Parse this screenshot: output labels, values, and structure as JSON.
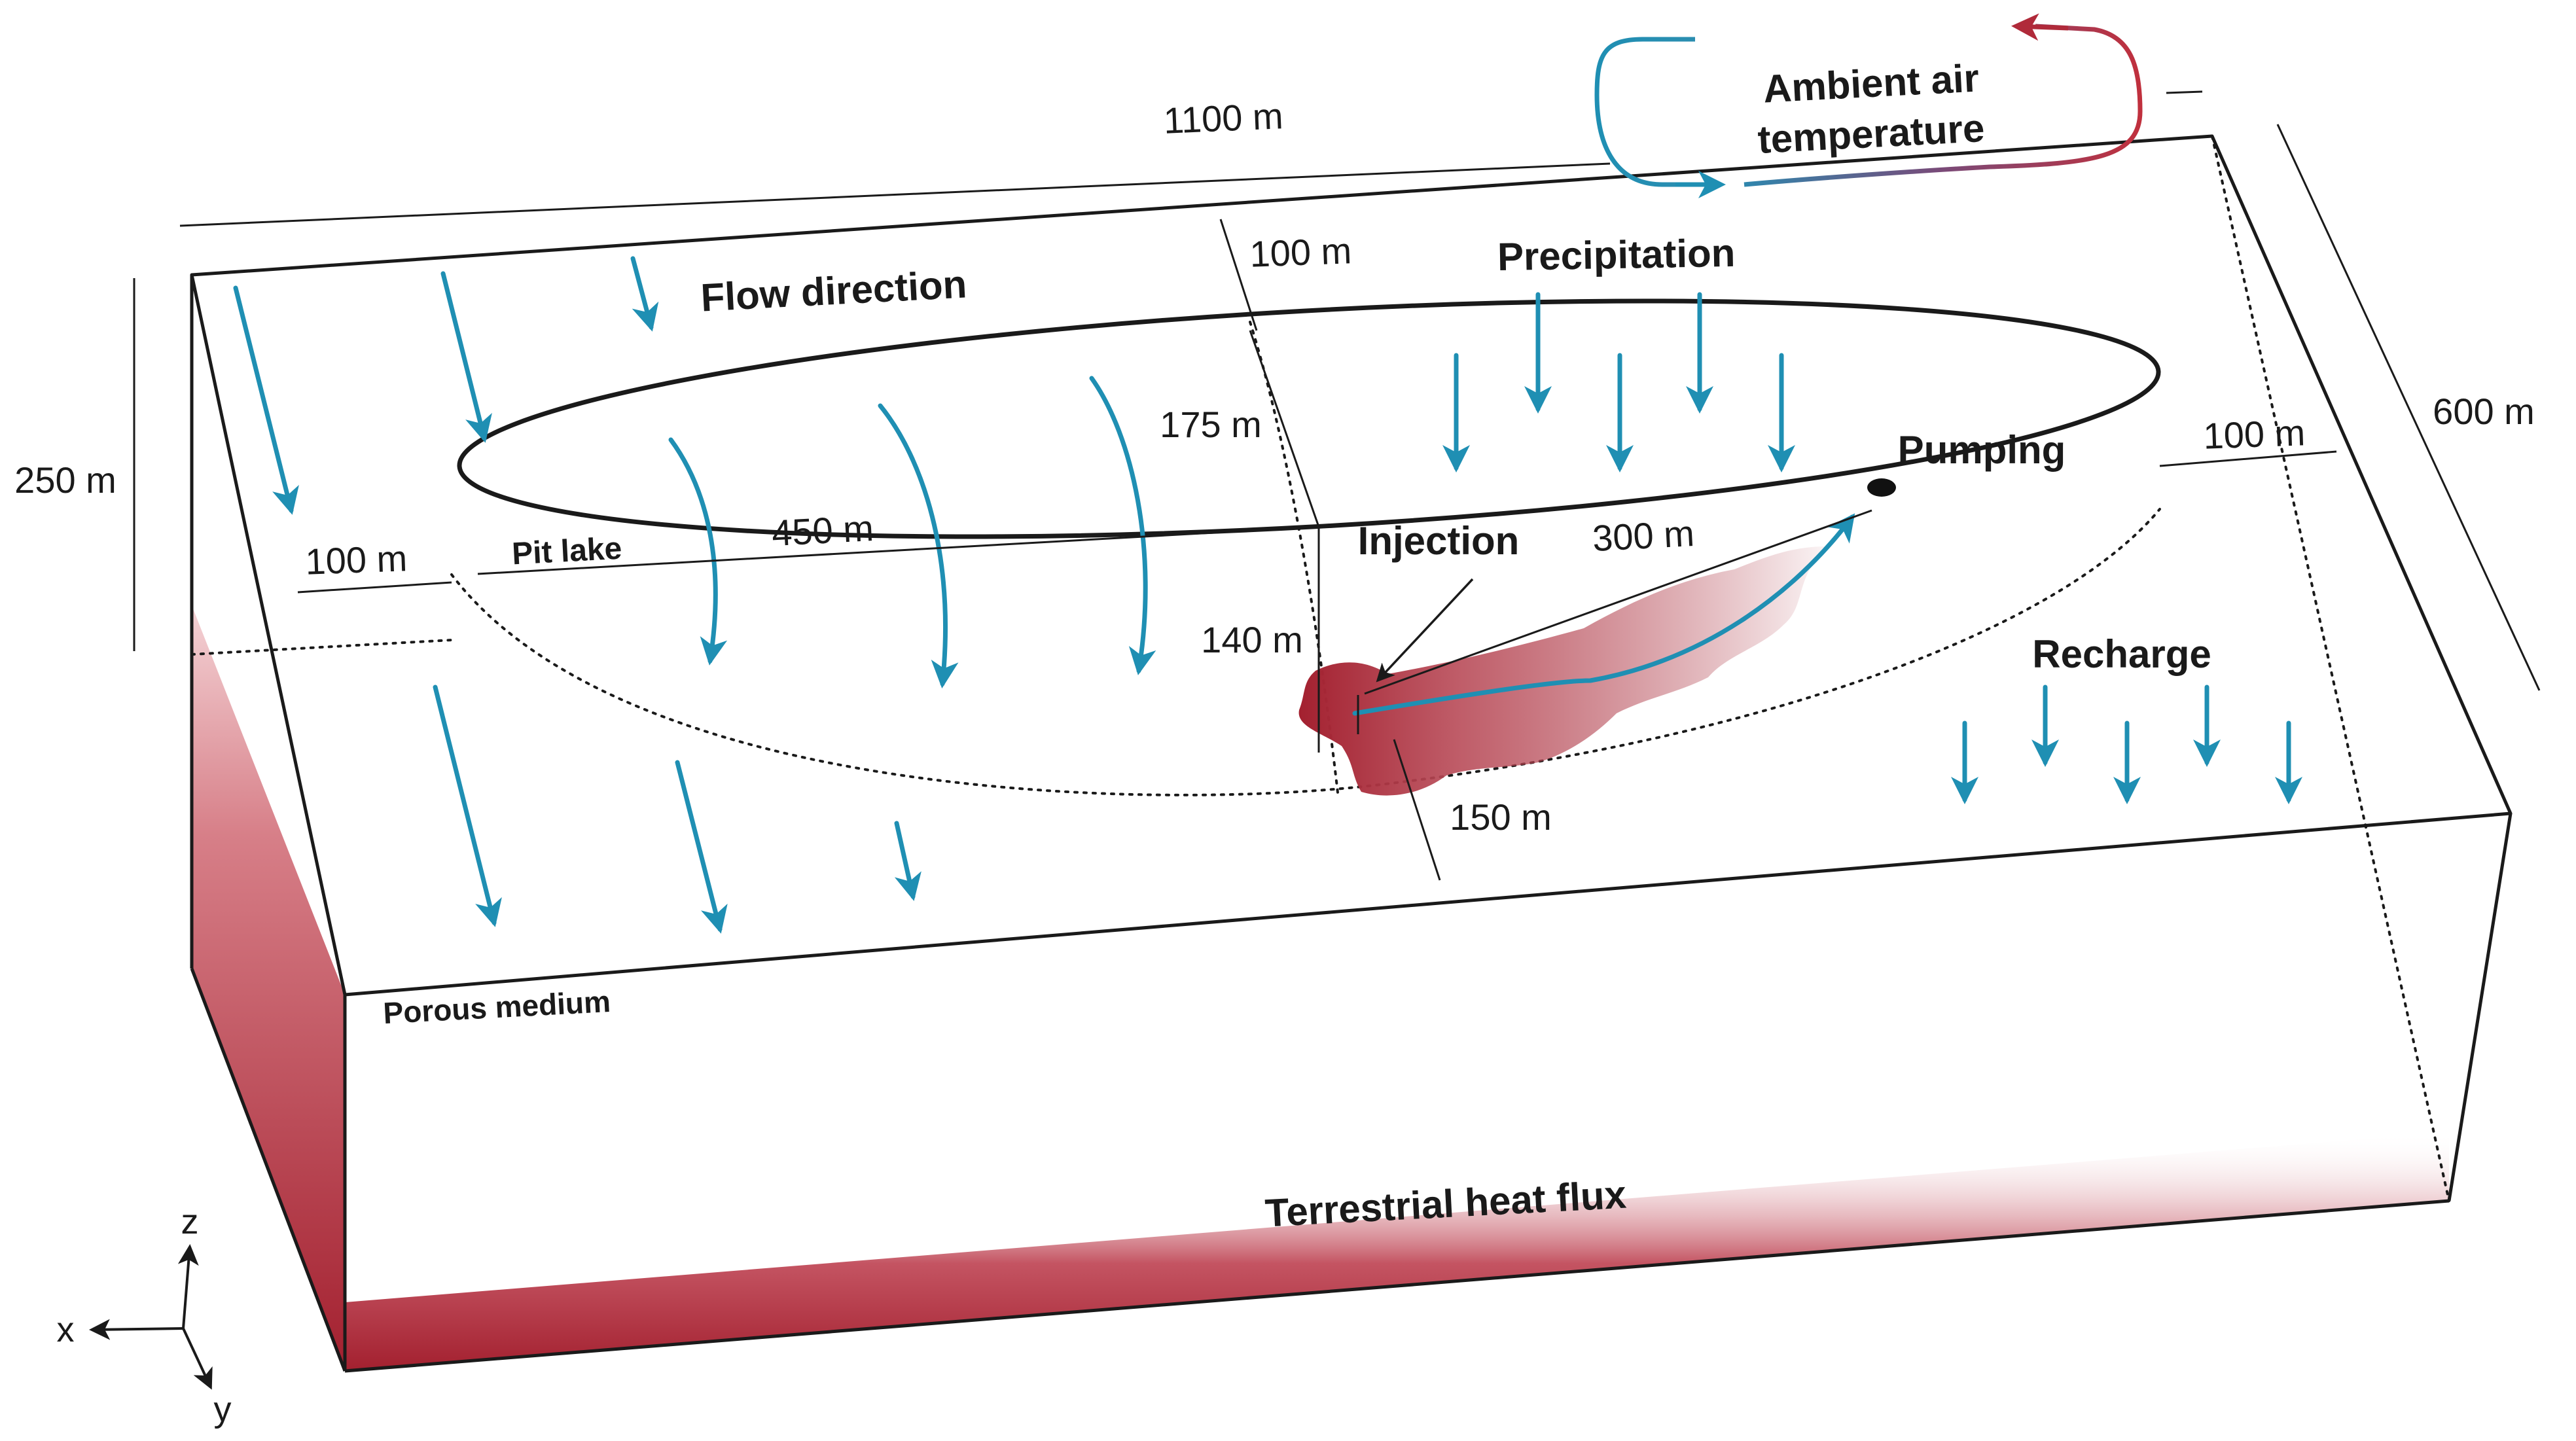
{
  "dimensions": {
    "length_top": "1100 m",
    "height_left": "250 m",
    "width_right": "600 m",
    "offset_top": "100 m",
    "offset_left": "100 m",
    "offset_right": "100 m",
    "lake_length": "450 m",
    "lake_half_width": "175 m",
    "lake_depth": "140 m",
    "pumping_distance": "300 m",
    "lake_front": "150 m"
  },
  "labels": {
    "ambient_line1": "Ambient air",
    "ambient_line2": "temperature",
    "flow_direction": "Flow direction",
    "precipitation": "Precipitation",
    "pumping": "Pumping",
    "injection": "Injection",
    "pit_lake": "Pit lake",
    "recharge": "Recharge",
    "porous_medium": "Porous medium",
    "terrestrial_heat_flux": "Terrestrial heat flux"
  },
  "axes": {
    "x": "x",
    "y": "y",
    "z": "z"
  },
  "colors": {
    "arrow_blue": "#1f8fb3",
    "heat_red": "#a3202f",
    "outline": "#1a1a1a"
  }
}
